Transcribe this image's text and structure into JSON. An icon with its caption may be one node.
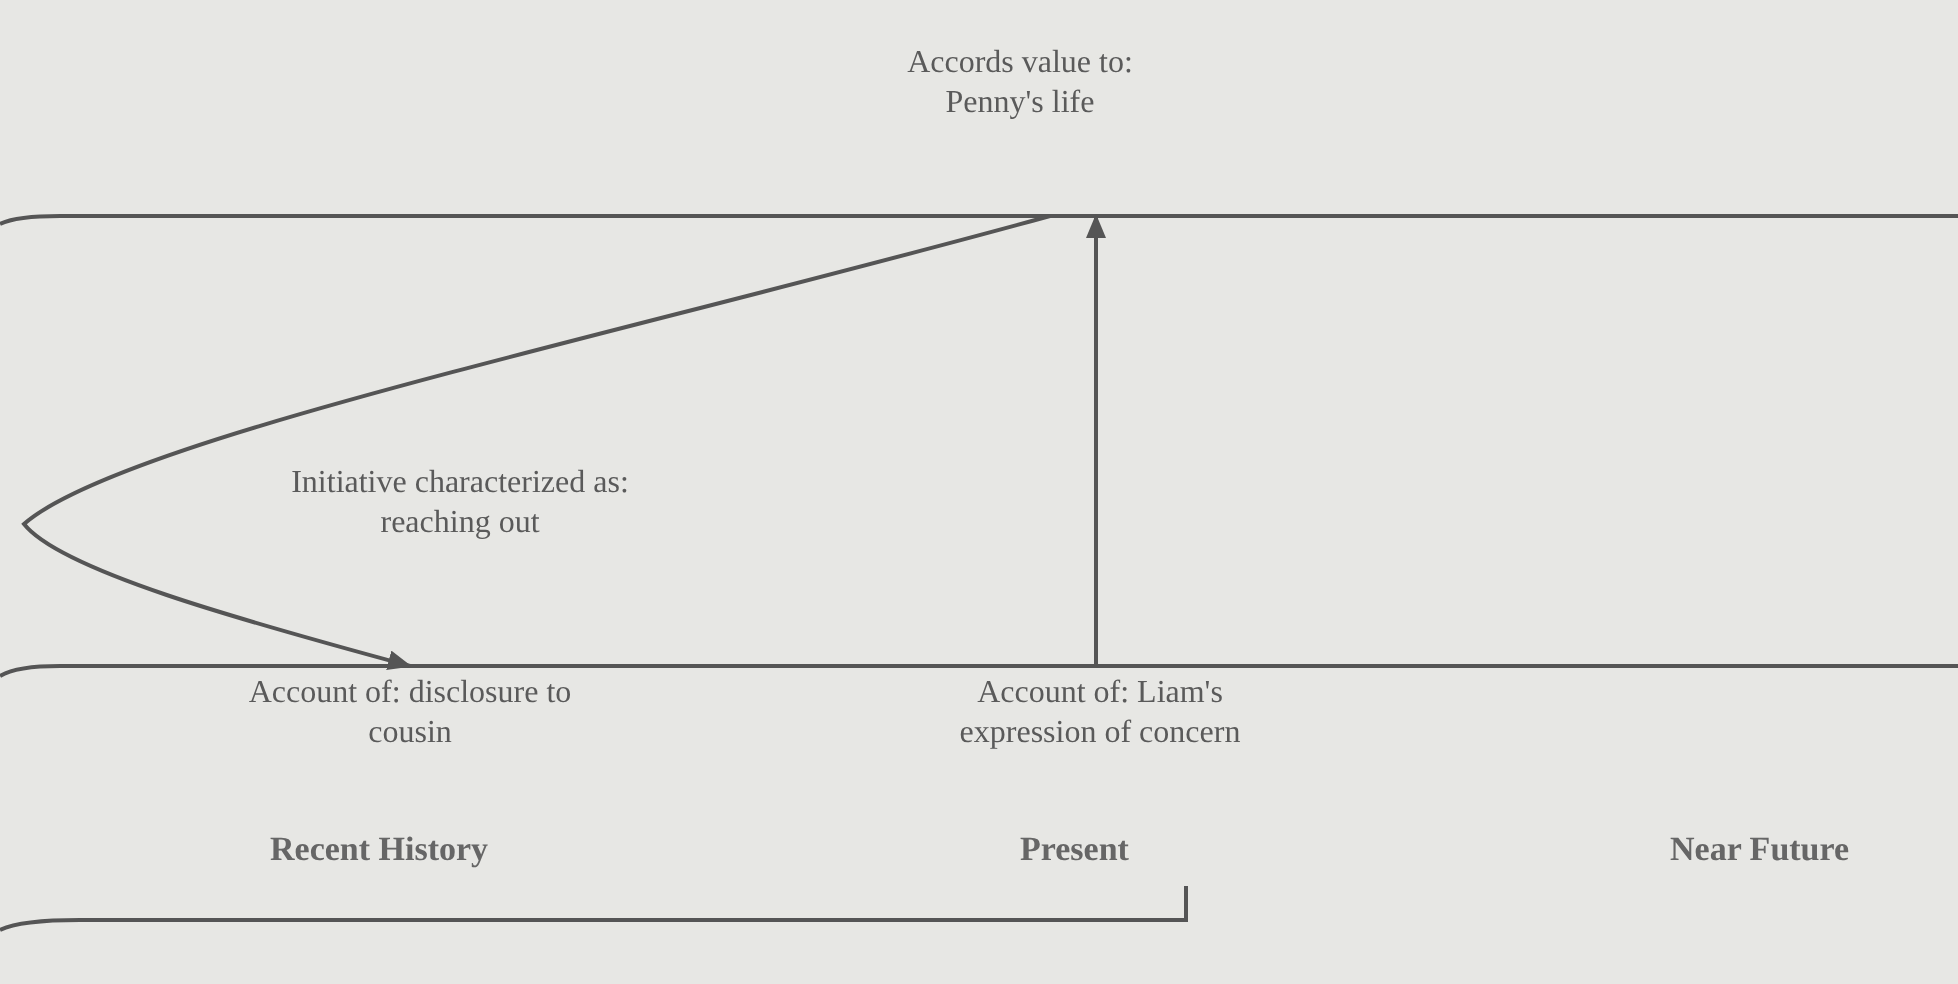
{
  "diagram": {
    "nodes": [
      {
        "text": [
          "Accords value to: Penny's life"
        ]
      },
      {
        "text": [
          "Account of: disclosure to cousin"
        ]
      },
      {
        "text": [
          "Account of: Liam's expression of concern"
        ]
      }
    ],
    "edges": [
      {
        "from": 2,
        "to": 0,
        "arrow": "to"
      },
      {
        "from": 0,
        "to": 1,
        "arrow": "to",
        "label": "Initiative characterized as: reaching out"
      }
    ],
    "labels": [
      "Recent History",
      "Present",
      "Near Future"
    ]
  }
}
